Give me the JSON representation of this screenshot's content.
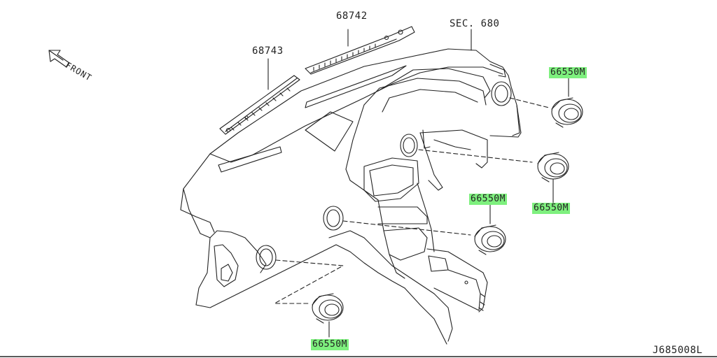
{
  "diagram": {
    "labels": {
      "part_68742": "68742",
      "part_68743": "68743",
      "section_ref": "SEC. 680",
      "vent_top_right": "66550M",
      "vent_right_middle": "66550M",
      "vent_center": "66550M",
      "vent_bottom_left": "66550M",
      "front": "FRONT",
      "drawing_code": "J685008L"
    },
    "highlight_color": "#7ef07e",
    "line_color": "#222222"
  }
}
